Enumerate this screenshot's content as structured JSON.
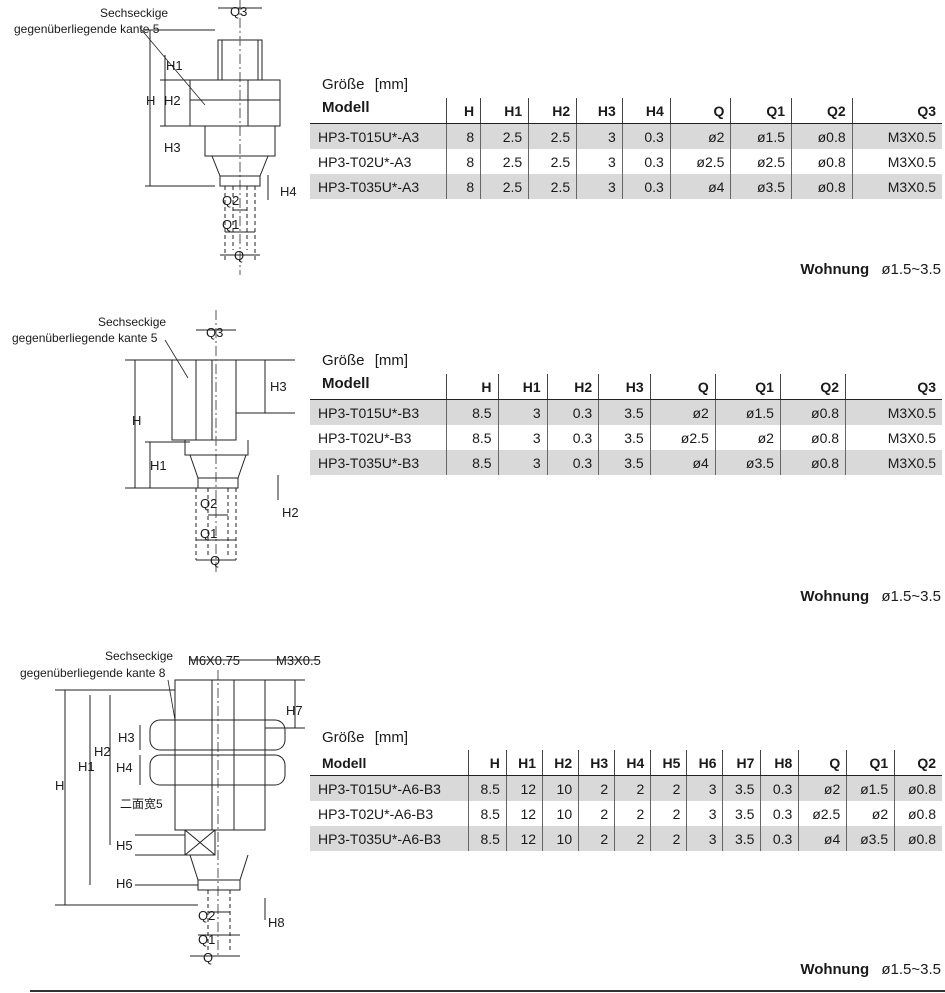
{
  "sections": [
    {
      "drawing": {
        "hex_label_line1": "Sechseckige",
        "hex_label_line2": "gegenüberliegende kante 5",
        "dims": {
          "Q3": "Q3",
          "H1": "H1",
          "H": "H",
          "H2": "H2",
          "H3": "H3",
          "H4": "H4",
          "Q2": "Q2",
          "Q1": "Q1",
          "Q": "Q"
        }
      },
      "unit_label": "Größe",
      "unit": "[mm]",
      "model_label": "Modell",
      "columns": [
        "H",
        "H1",
        "H2",
        "H3",
        "H4",
        "Q",
        "Q1",
        "Q2",
        "Q3"
      ],
      "rows": [
        {
          "model": "HP3-T015U*-A3",
          "values": [
            "8",
            "2.5",
            "2.5",
            "3",
            "0.3",
            "ø2",
            "ø1.5",
            "ø0.8",
            "M3X0.5"
          ]
        },
        {
          "model": "HP3-T02U*-A3",
          "values": [
            "8",
            "2.5",
            "2.5",
            "3",
            "0.3",
            "ø2.5",
            "ø2.5",
            "ø0.8",
            "M3X0.5"
          ]
        },
        {
          "model": "HP3-T035U*-A3",
          "values": [
            "8",
            "2.5",
            "2.5",
            "3",
            "0.3",
            "ø4",
            "ø3.5",
            "ø0.8",
            "M3X0.5"
          ]
        }
      ],
      "wohnung_label": "Wohnung",
      "wohnung_value": "ø1.5~3.5"
    },
    {
      "drawing": {
        "hex_label_line1": "Sechseckige",
        "hex_label_line2": "gegenüberliegende kante 5",
        "dims": {
          "Q3": "Q3",
          "H3": "H3",
          "H": "H",
          "H1": "H1",
          "H2": "H2",
          "Q2": "Q2",
          "Q1": "Q1",
          "Q": "Q"
        }
      },
      "unit_label": "Größe",
      "unit": "[mm]",
      "model_label": "Modell",
      "columns": [
        "H",
        "H1",
        "H2",
        "H3",
        "Q",
        "Q1",
        "Q2",
        "Q3"
      ],
      "rows": [
        {
          "model": "HP3-T015U*-B3",
          "values": [
            "8.5",
            "3",
            "0.3",
            "3.5",
            "ø2",
            "ø1.5",
            "ø0.8",
            "M3X0.5"
          ]
        },
        {
          "model": "HP3-T02U*-B3",
          "values": [
            "8.5",
            "3",
            "0.3",
            "3.5",
            "ø2.5",
            "ø2",
            "ø0.8",
            "M3X0.5"
          ]
        },
        {
          "model": "HP3-T035U*-B3",
          "values": [
            "8.5",
            "3",
            "0.3",
            "3.5",
            "ø4",
            "ø3.5",
            "ø0.8",
            "M3X0.5"
          ]
        }
      ],
      "wohnung_label": "Wohnung",
      "wohnung_value": "ø1.5~3.5"
    },
    {
      "drawing": {
        "hex_label_line1": "Sechseckige",
        "hex_label_line2": "gegenüberliegende kante 8",
        "thread_outer": "M6X0.75",
        "thread_inner": "M3X0.5",
        "flat_label": "二面宽5",
        "dims": {
          "H7": "H7",
          "H3": "H3",
          "H2": "H2",
          "H4": "H4",
          "H1": "H1",
          "H": "H",
          "H5": "H5",
          "H6": "H6",
          "Q2": "Q2",
          "H8": "H8",
          "Q1": "Q1",
          "Q": "Q"
        }
      },
      "unit_label": "Größe",
      "unit": "[mm]",
      "model_label": "Modell",
      "columns": [
        "H",
        "H1",
        "H2",
        "H3",
        "H4",
        "H5",
        "H6",
        "H7",
        "H8",
        "Q",
        "Q1",
        "Q2"
      ],
      "rows": [
        {
          "model": "HP3-T015U*-A6-B3",
          "values": [
            "8.5",
            "12",
            "10",
            "2",
            "2",
            "2",
            "3",
            "3.5",
            "0.3",
            "ø2",
            "ø1.5",
            "ø0.8"
          ]
        },
        {
          "model": "HP3-T02U*-A6-B3",
          "values": [
            "8.5",
            "12",
            "10",
            "2",
            "2",
            "2",
            "3",
            "3.5",
            "0.3",
            "ø2.5",
            "ø2",
            "ø0.8"
          ]
        },
        {
          "model": "HP3-T035U*-A6-B3",
          "values": [
            "8.5",
            "12",
            "10",
            "2",
            "2",
            "2",
            "3",
            "3.5",
            "0.3",
            "ø4",
            "ø3.5",
            "ø0.8"
          ]
        }
      ],
      "wohnung_label": "Wohnung",
      "wohnung_value": "ø1.5~3.5"
    }
  ]
}
